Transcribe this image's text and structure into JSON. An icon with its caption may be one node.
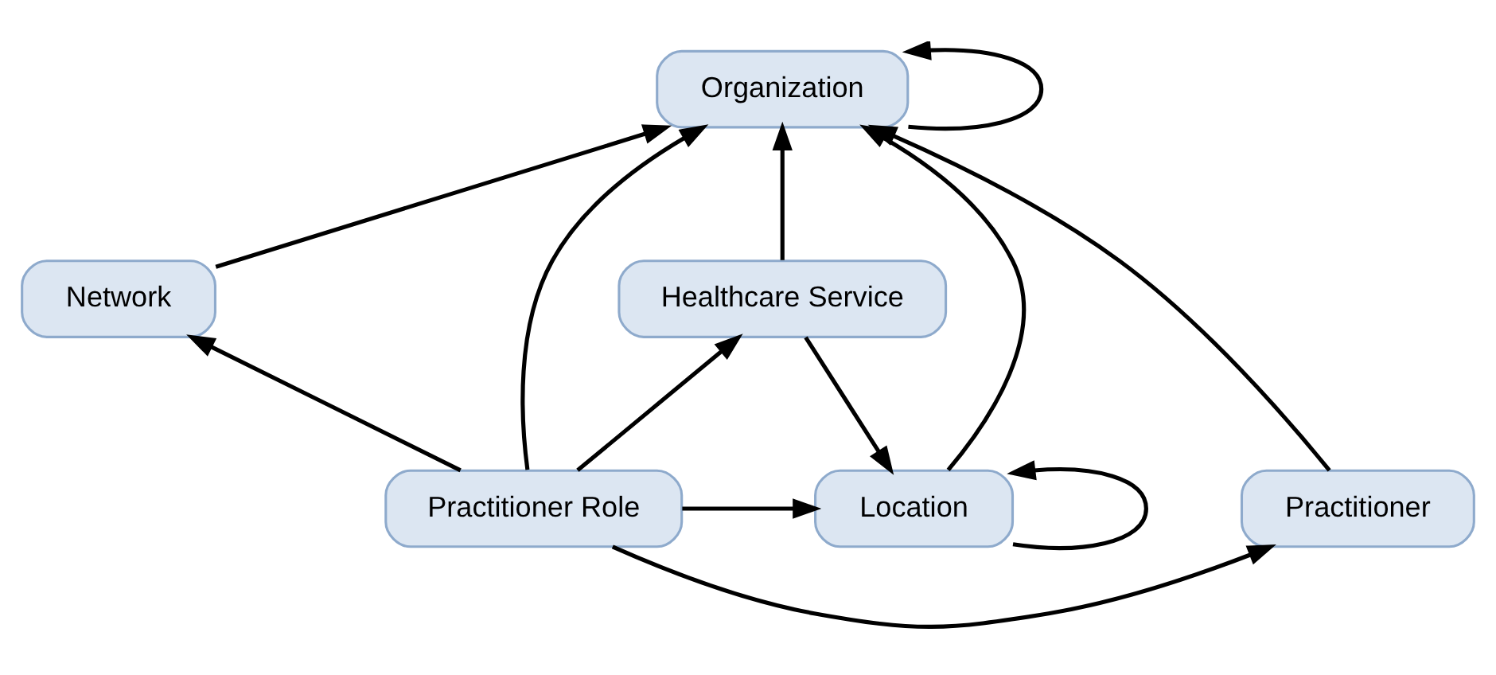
{
  "diagram": {
    "nodes": [
      {
        "text": [
          "Organization"
        ]
      },
      {
        "text": [
          "Location"
        ]
      },
      {
        "text": [
          "Practitioner Role"
        ]
      },
      {
        "text": [
          "Practitioner"
        ]
      },
      {
        "text": [
          "Healthcare Service"
        ]
      },
      {
        "text": [
          "Network"
        ]
      }
    ],
    "edges": [
      {
        "from": 0,
        "to": 0,
        "arrow": "to"
      },
      {
        "from": 1,
        "to": 0,
        "arrow": "to"
      },
      {
        "from": 1,
        "to": 1,
        "arrow": "to"
      },
      {
        "from": 3,
        "to": 0,
        "arrow": "to"
      },
      {
        "from": 2,
        "to": 0,
        "arrow": "to"
      },
      {
        "from": 4,
        "to": 0,
        "arrow": "to"
      },
      {
        "from": 5,
        "to": 0,
        "arrow": "to"
      },
      {
        "from": 2,
        "to": 1,
        "arrow": "to"
      },
      {
        "from": 2,
        "to": 3,
        "arrow": "to"
      },
      {
        "from": 2,
        "to": 4,
        "arrow": "to"
      },
      {
        "from": 2,
        "to": 5,
        "arrow": "to"
      },
      {
        "from": 4,
        "to": 1,
        "arrow": "to"
      }
    ]
  }
}
